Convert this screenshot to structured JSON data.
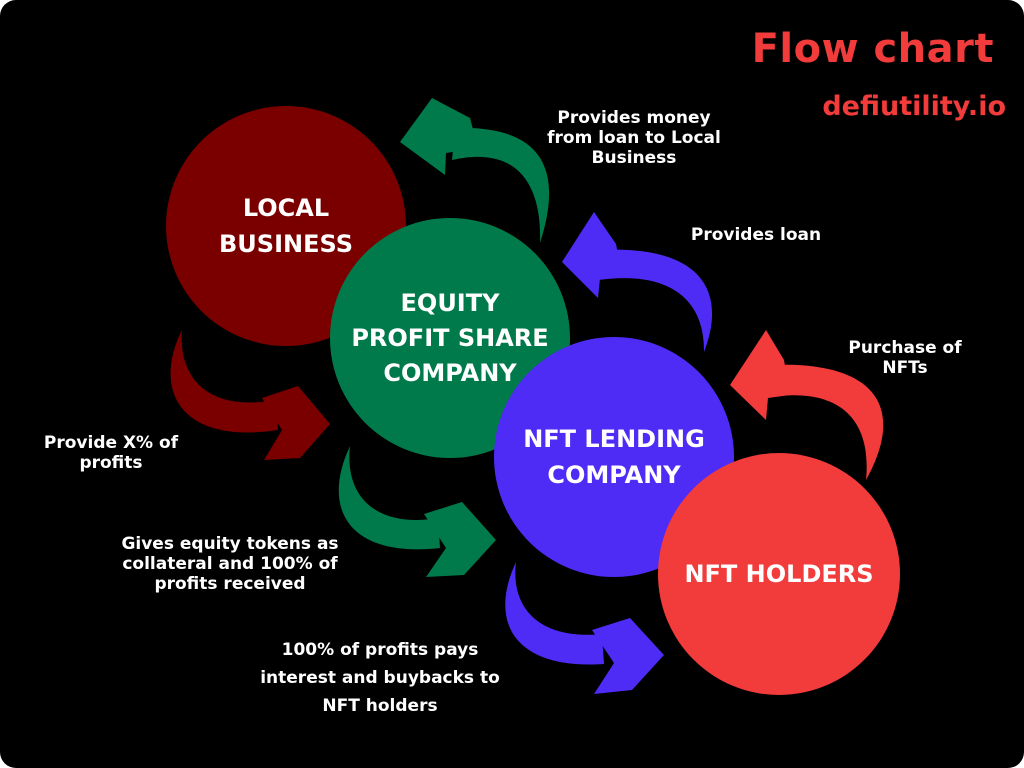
{
  "header": {
    "title": "Flow chart",
    "subtitle": "defiutility.io"
  },
  "colors": {
    "background": "#000000",
    "title_red": "#f23b3b",
    "local_business": "#7a0000",
    "equity_company": "#017a4b",
    "lending_company": "#4f2cf5",
    "nft_holders": "#f23b3b",
    "text": "#ffffff"
  },
  "nodes": [
    {
      "id": "local-business",
      "label": "LOCAL\nBUSINESS"
    },
    {
      "id": "equity-profit-share-company",
      "label": "EQUITY\nPROFIT SHARE\nCOMPANY"
    },
    {
      "id": "nft-lending-company",
      "label": "NFT LENDING\nCOMPANY"
    },
    {
      "id": "nft-holders",
      "label": "NFT HOLDERS"
    }
  ],
  "edges": [
    {
      "id": "money-to-business",
      "color": "equity_company",
      "label": "Provides money\nfrom loan to Local\nBusiness"
    },
    {
      "id": "loan-to-equity",
      "color": "lending_company",
      "label": "Provides loan"
    },
    {
      "id": "purchase-nfts",
      "color": "nft_holders",
      "label": "Purchase of\nNFTs"
    },
    {
      "id": "profits-to-equity",
      "color": "local_business",
      "label": "Provide X% of\nprofits"
    },
    {
      "id": "tokens-to-lending",
      "color": "equity_company",
      "label": "Gives equity tokens as\ncollateral and 100% of\nprofits received"
    },
    {
      "id": "payouts-to-holders",
      "color": "lending_company",
      "label": "100% of profits pays\ninterest and buybacks to\nNFT holders"
    }
  ]
}
